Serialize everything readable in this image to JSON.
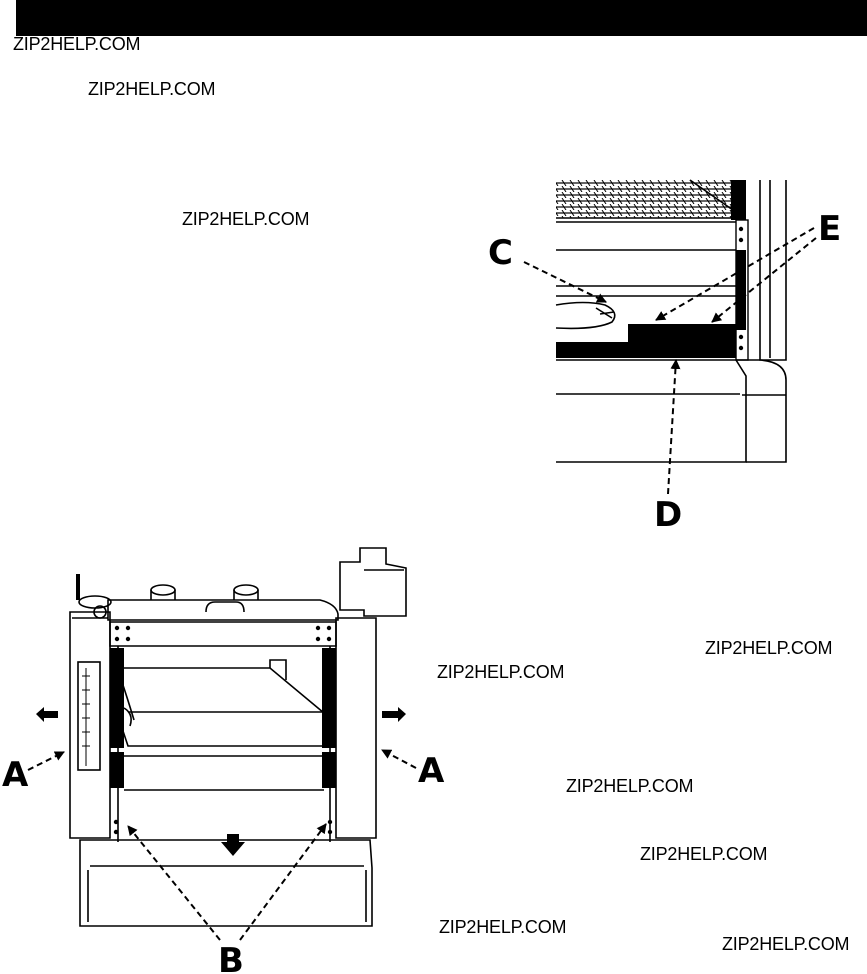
{
  "watermarks": [
    "ZIP2HELP.COM",
    "ZIP2HELP.COM",
    "ZIP2HELP.COM",
    "ZIP2HELP.COM",
    "ZIP2HELP.COM",
    "ZIP2HELP.COM",
    "ZIP2HELP.COM",
    "ZIP2HELP.COM",
    "ZIP2HELP.COM"
  ],
  "figure_top": {
    "callouts": {
      "c": "C",
      "d": "D",
      "e": "E"
    }
  },
  "figure_bottom": {
    "callouts": {
      "a_left": "A",
      "a_right": "A",
      "b": "B"
    }
  }
}
